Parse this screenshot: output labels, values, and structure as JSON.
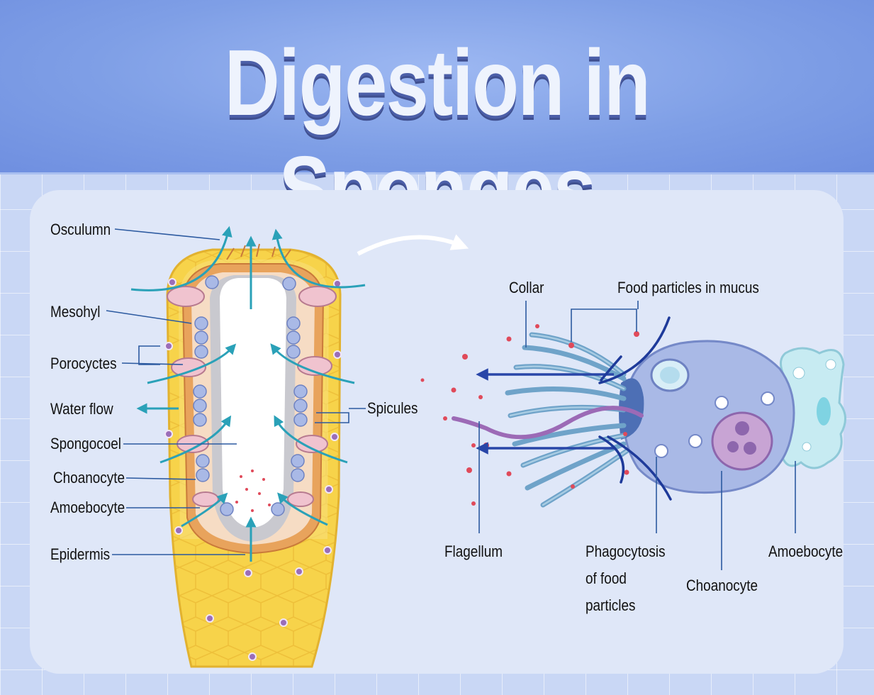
{
  "title": "Digestion in Sponges",
  "left_labels": {
    "osculumn": "Osculumn",
    "mesohyl": "Mesohyl",
    "porocyctes": "Porocyctes",
    "water_flow": "Water flow",
    "spongocoel": "Spongocoel",
    "choanocyte": "Choanocyte",
    "amoebocyte": "Amoebocyte",
    "epidermis": "Epidermis",
    "spicules": "Spicules"
  },
  "right_labels": {
    "collar": "Collar",
    "food_particles": "Food particles in mucus",
    "flagellum": "Flagellum",
    "phagocytosis_1": "Phagocytosis",
    "phagocytosis_2": "of food",
    "phagocytosis_3": "particles",
    "choanocyte": "Choanocyte",
    "amoebocyte": "Amoebocyte"
  },
  "colors": {
    "header": "#7f9fe6",
    "panel": "#dfe7f8",
    "epidermis_yellow": "#f7d34a",
    "mesohyl_orange": "#e8a35c",
    "water_arrow": "#2aa1b8",
    "choanocyte_body": "#a9b9e6",
    "flagellum_purple": "#9c6ab6",
    "food_particle": "#e04a5a",
    "label_line": "#2c5aa0"
  }
}
